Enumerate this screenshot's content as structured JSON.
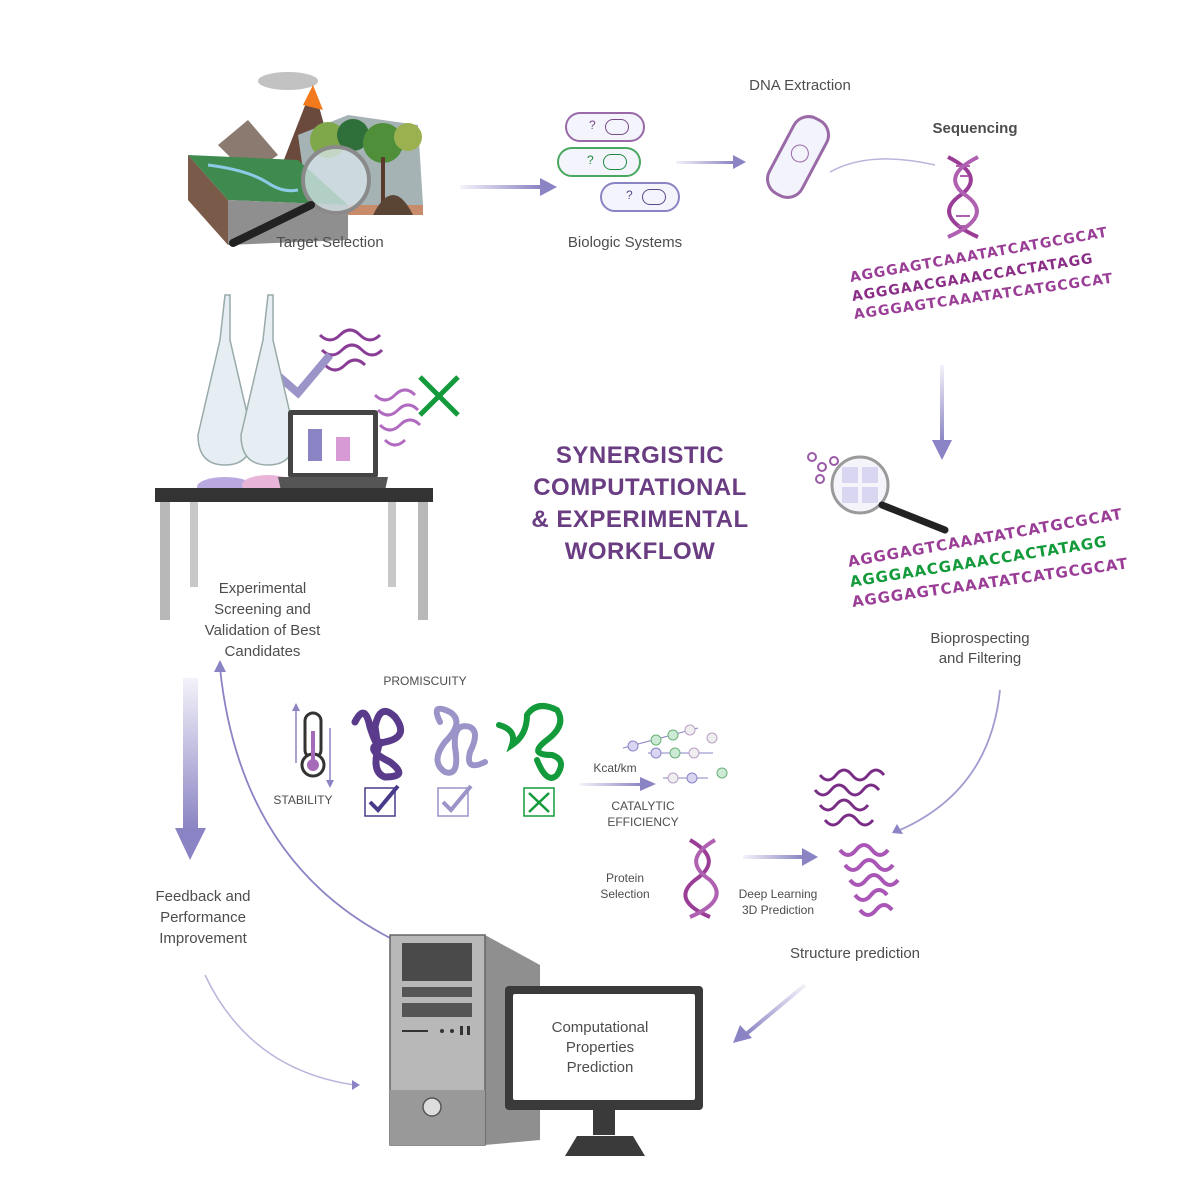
{
  "title": {
    "line1": "SYNERGISTIC",
    "line2": "COMPUTATIONAL",
    "line3": "& EXPERIMENTAL",
    "line4": "WORKFLOW"
  },
  "colors": {
    "title_purple": "#6a3d82",
    "arrow_lavender": "#8a84c4",
    "dna_magenta": "#9a3d96",
    "highlight_green": "#139a3a",
    "text_gray": "#4d4d4d"
  },
  "steps": {
    "target_selection": "Target Selection",
    "biologic_systems": "Biologic Systems",
    "dna_extraction": "DNA Extraction",
    "sequencing": "Sequencing",
    "bioprospecting_line1": "Bioprospecting",
    "bioprospecting_line2": "and Filtering",
    "structure_prediction": "Structure prediction",
    "protein_selection_line1": "Protein",
    "protein_selection_line2": "Selection",
    "deep_learning_line1": "Deep Learning",
    "deep_learning_line2": "3D Prediction",
    "computational_line1": "Computational",
    "computational_line2": "Properties",
    "computational_line3": "Prediction",
    "feedback_line1": "Feedback and",
    "feedback_line2": "Performance",
    "feedback_line3": "Improvement",
    "experimental_line1": "Experimental",
    "experimental_line2": "Screening and",
    "experimental_line3": "Validation of Best",
    "experimental_line4": "Candidates"
  },
  "properties": {
    "promiscuity": "PROMISCUITY",
    "stability": "STABILITY",
    "kcat": "Kcat/km",
    "catalytic_efficiency": "CATALYTIC EFFICIENCY"
  },
  "biologic_cells": [
    {
      "label": "?",
      "color": "purple"
    },
    {
      "label": "?",
      "color": "green"
    },
    {
      "label": "?",
      "color": "lavender"
    }
  ],
  "sequences": {
    "seq1": "AGGGAGTCAAATATCATGCGCAT",
    "seq2": "AGGGAACGAAACCACTATAGG",
    "seq3": "AGGGAGTCAAATATCATGCGCAT"
  }
}
